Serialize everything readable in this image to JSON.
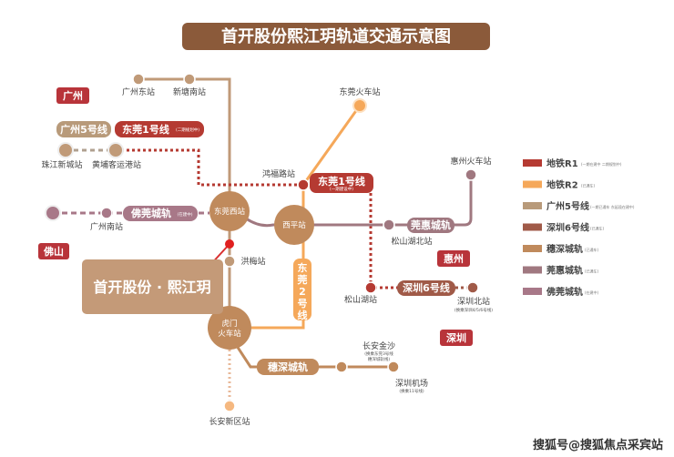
{
  "title": "首开股份熙江玥轨道交通示意图",
  "colors": {
    "title_bg": "#8b5a3a",
    "r1": "#b53a32",
    "r2": "#f5a85a",
    "gz5": "#b89a7a",
    "sz6": "#a05a48",
    "suishen": "#c08a5c",
    "guanhui": "#a07880",
    "foguan": "#a87888",
    "project": "#c49a78",
    "region": "#b8343a"
  },
  "regions": {
    "guangzhou": "广州",
    "foshan": "佛山",
    "huizhou": "惠州",
    "shenzhen": "深圳"
  },
  "project": "首开股份 · 熙江玥",
  "line_labels": {
    "gz5": "广州5号线",
    "dg1_top": "东莞1号线",
    "dg1_top_note": "(二期规划中)",
    "dg1_mid": "东莞1号线",
    "dg1_mid_note": "(一期建设中)",
    "foguan": "佛莞城轨",
    "foguan_note": "(在建中)",
    "guanhui": "莞惠城轨",
    "sz6": "深圳6号线",
    "dg2": [
      "东",
      "莞",
      "2",
      "号",
      "线"
    ],
    "suishen": "穗深城轨"
  },
  "stations": {
    "gz_east": "广州东站",
    "xintang_south": "新塘南站",
    "dg_train": "东莞火车站",
    "zhujiang": "珠江新城站",
    "huangpu": "黄埔客运港站",
    "honghu": "鸿福路站",
    "huizhou_train": "惠州火车站",
    "gz_south": "广州南站",
    "dg_west": "东莞西站",
    "xiping": "西平站",
    "songshanhu_north": "松山湖北站",
    "hongmei": "洪梅站",
    "songshanhu": "松山湖站",
    "sz_north": "深圳北站",
    "sz_north_note": "(换乘深圳4/5/6号线)",
    "humen": [
      "虎门",
      "火车站"
    ],
    "changan_jinsha": "长安金沙",
    "changan_jinsha_note1": "(换乘东莞3号线",
    "changan_jinsha_note2": "穗深城轨线)",
    "sz_airport": "深圳机场",
    "sz_airport_note": "(换乘11号线)",
    "changan_new": "长安新区站"
  },
  "legend": [
    {
      "name": "地铁R1",
      "note": "(一期在建中 二期规划中)",
      "color": "#b53a32"
    },
    {
      "name": "地铁R2",
      "note": "(已通车)",
      "color": "#f5a85a"
    },
    {
      "name": "广州5号线",
      "note": "(一期已通车 东延段在建中)",
      "color": "#b89a7a"
    },
    {
      "name": "深圳6号线",
      "note": "(已通车)",
      "color": "#a05a48"
    },
    {
      "name": "穗深城轨",
      "note": "(已通车)",
      "color": "#c08a5c"
    },
    {
      "name": "莞惠城轨",
      "note": "(已通车)",
      "color": "#a07880"
    },
    {
      "name": "佛莞城轨",
      "note": "(在建中)",
      "color": "#a87888"
    }
  ],
  "watermark": "搜狐号@搜狐焦点采宾站"
}
